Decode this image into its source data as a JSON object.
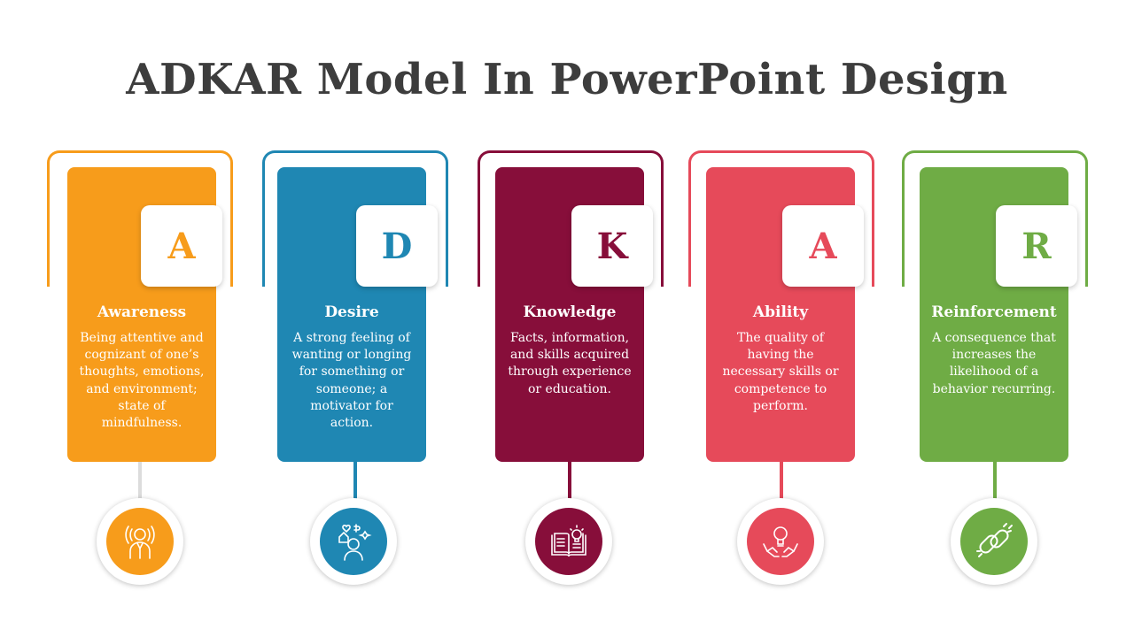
{
  "title": "ADKAR Model In PowerPoint Design",
  "steps": [
    {
      "letter": "A",
      "heading": "Awareness",
      "text": "Being attentive and cognizant of one’s thoughts, emotions, and environment; state of mindfulness.",
      "color": "#f79c1b",
      "stem_color": "#dcdcdc",
      "icon": "person-radiating-icon"
    },
    {
      "letter": "D",
      "heading": "Desire",
      "text": "A strong feeling of wanting or longing for something or someone; a motivator for action.",
      "color": "#1f87b3",
      "stem_color": "#1f87b3",
      "icon": "person-wishes-icon"
    },
    {
      "letter": "K",
      "heading": "Knowledge",
      "text": "Facts, information, and skills acquired through experience or education.",
      "color": "#870e3a",
      "stem_color": "#870e3a",
      "icon": "book-lightbulb-icon"
    },
    {
      "letter": "A",
      "heading": "Ability",
      "text": "The quality of having the necessary skills or competence to perform.",
      "color": "#e64a5a",
      "stem_color": "#e64a5a",
      "icon": "hands-lightbulb-icon"
    },
    {
      "letter": "R",
      "heading": "Reinforcement",
      "text": "A consequence that increases the likelihood of a behavior recurring.",
      "color": "#6fac45",
      "stem_color": "#6fac45",
      "icon": "chain-link-icon"
    }
  ]
}
